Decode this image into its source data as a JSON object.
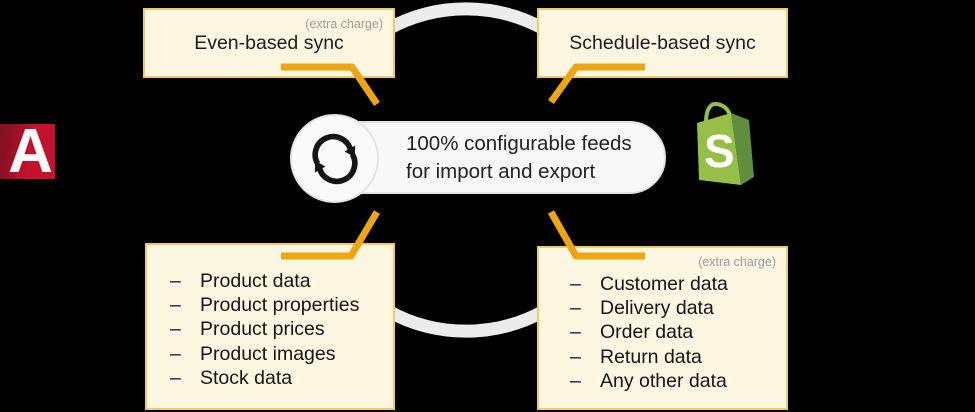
{
  "diagram": {
    "center_pill": {
      "text_line1": "100% configurable feeds",
      "text_line2": "for import and export"
    },
    "boxes": {
      "top_left": {
        "title": "Even-based sync",
        "badge": "(extra charge)"
      },
      "top_right": {
        "title": "Schedule-based sync"
      },
      "bottom_left": {
        "bullet": "–",
        "items": [
          "Product data",
          "Product properties",
          "Product prices",
          "Product images",
          "Stock data"
        ]
      },
      "bottom_right": {
        "badge": "(extra charge)",
        "bullet": "–",
        "items": [
          "Customer data",
          "Delivery data",
          "Order data",
          "Return data",
          "Any other data"
        ]
      }
    },
    "logos": {
      "akeneo_letter": "A",
      "shopify_letter": "S"
    },
    "colors": {
      "background": "#000000",
      "box_fill": "#FDF6E0",
      "box_border": "#EFCA67",
      "connector": "#EFA50F",
      "ring": "#ECECEC",
      "pill_fill": "#F8F8F8",
      "pill_border": "#E3E3E3",
      "badge_text": "#9C9C9C",
      "title_text": "#1C1C1C",
      "akeneo_red": "#C5122C",
      "akeneo_red_dark": "#7E1322",
      "shopify_green": "#95BF47",
      "shopify_green_dark": "#5E8E3E"
    }
  }
}
